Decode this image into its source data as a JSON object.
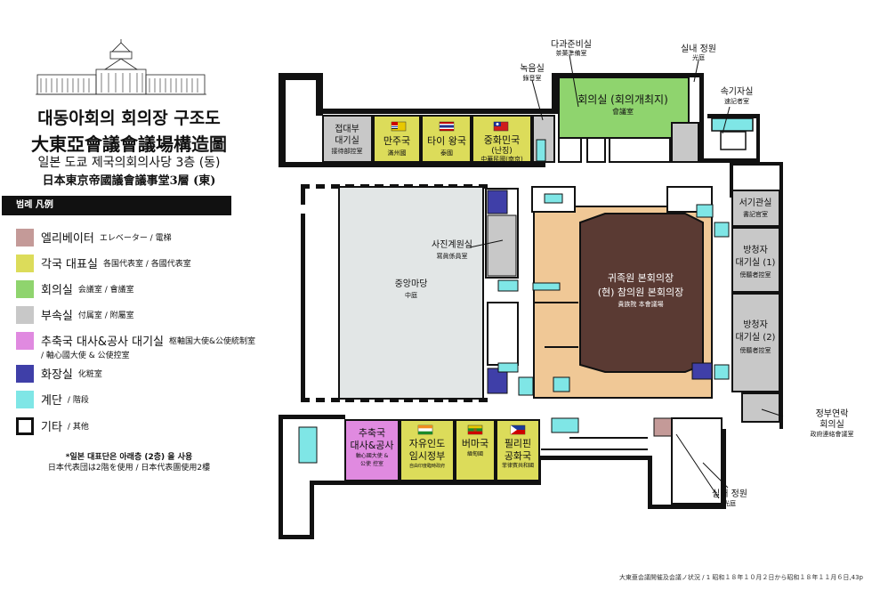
{
  "header": {
    "title_ko": "대동아회의 회의장 구조도",
    "title_zh": "大東亞會議會議場構造圖",
    "subtitle_ko": "일본 도쿄 제국의회의사당 3층 (동)",
    "subtitle_zh": "日本東京帝國議會議事堂3層 (東)"
  },
  "legend": {
    "heading": "범례 凡例",
    "items": [
      {
        "main": "엘리베이터",
        "sub": "エレベーター / 電梯",
        "sub2": "",
        "color": "#c49a98"
      },
      {
        "main": "각국 대표실",
        "sub": "各国代表室 / 各國代表室",
        "sub2": "",
        "color": "#dcdc5a"
      },
      {
        "main": "회의실",
        "sub": "会議室 / 會議室",
        "sub2": "",
        "color": "#8fd46e"
      },
      {
        "main": "부속실",
        "sub": "付属室 / 附屬室",
        "sub2": "",
        "color": "#c8c8c8"
      },
      {
        "main": "추축국 대사&공사 대기실",
        "sub": "枢軸国大使&公使統制室",
        "sub2": "/ 軸心國大使 & 公使控室",
        "color": "#e08ae0"
      },
      {
        "main": "화장실",
        "sub": "化粧室",
        "sub2": "",
        "color": "#3f3fa8"
      },
      {
        "main": "계단",
        "sub": "/ 階段",
        "sub2": "",
        "color": "#7fe6e6"
      },
      {
        "main": "기타",
        "sub": "/ 其他",
        "sub2": "",
        "color": "#ffffff"
      }
    ]
  },
  "notes": {
    "line1": "*일본 대표단은 아래층 (2층) 을 사용",
    "line2": "日本代表団は2階を使用 / 日本代表團使用2樓"
  },
  "footer": "大東亜会議開催及会議ノ状況 / 1 昭和１８年１０月２日から昭和１８年１１月６日,43p",
  "rooms": {
    "reception": {
      "ko1": "접대부",
      "ko2": "대기실",
      "zh": "接待部控室"
    },
    "manchukuo": {
      "ko": "만주국",
      "zh": "滿州國"
    },
    "thailand": {
      "ko": "타이 왕국",
      "zh": "泰國"
    },
    "china": {
      "ko1": "중화민국",
      "ko2": "(난징)",
      "zh": "中華民國(南京)"
    },
    "recording": {
      "ko": "녹음실",
      "zh": "錄音室"
    },
    "tearoom": {
      "ko": "다과준비실",
      "zh": "茶菓準備室"
    },
    "conference": {
      "ko": "회의실 (회의개최지)",
      "zh": "會議室"
    },
    "garden_top": {
      "ko": "실내 정원",
      "zh": "光庭"
    },
    "stenography": {
      "ko": "속기자실",
      "zh": "速記者室"
    },
    "secretary": {
      "ko": "서기관실",
      "zh": "書記官室"
    },
    "observer1": {
      "ko1": "방청자",
      "ko2": "대기실 (1)",
      "zh": "傍聽者控室"
    },
    "observer2": {
      "ko1": "방청자",
      "ko2": "대기실 (2)",
      "zh": "傍聽者控室"
    },
    "liaison": {
      "ko1": "정부연락",
      "ko2": "회의실",
      "zh": "政府連絡會議室"
    },
    "photo": {
      "ko": "사진계원실",
      "zh": "寫眞係員室"
    },
    "courtyard": {
      "ko": "중앙마당",
      "zh": "中庭"
    },
    "chamber": {
      "ko1": "귀족원 본회의장",
      "ko2": "(현) 참의원 본회의장",
      "zh": "貴族院 本會議場"
    },
    "axis": {
      "ko1": "추축국",
      "ko2": "대사&공사",
      "zh1": "軸心國大使 &",
      "zh2": "公使 控室"
    },
    "india": {
      "ko1": "자유인도",
      "ko2": "임시정부",
      "zh": "自由印度臨時政府"
    },
    "burma": {
      "ko": "버마국",
      "zh": "緬甸國"
    },
    "philippines": {
      "ko1": "필리핀",
      "ko2": "공화국",
      "zh": "菲律賓共和國"
    },
    "garden_bottom": {
      "ko": "실내 정원",
      "zh": "光庭"
    }
  }
}
